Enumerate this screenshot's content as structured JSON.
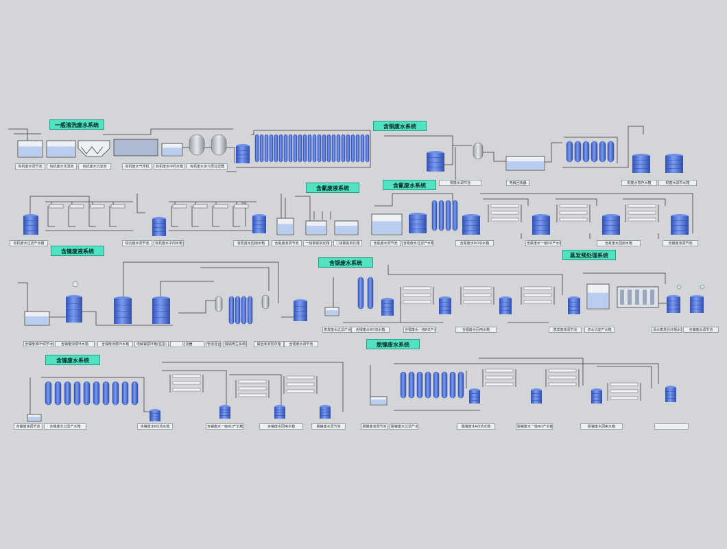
{
  "systems": [
    {
      "title": "一般清洗废水系统"
    },
    {
      "title": "含铜废水系统"
    },
    {
      "title": "含氰废液系统"
    },
    {
      "title": "含氰废水系统"
    },
    {
      "title": "含镍废液系统"
    },
    {
      "title": "含银废水系统"
    },
    {
      "title": "蒸发预处理系统"
    },
    {
      "title": "含镍废水系统"
    },
    {
      "title": "脱镍废水系统"
    }
  ],
  "labels": [
    "有机废水调节池",
    "有机废水化混池",
    "有机废水沉淀池",
    "有机废水气浮机",
    "有机废水中间水箱",
    "有机废水多介质过滤器",
    "铜废水调节池",
    "电解回收器",
    "铜废水暂存水箱",
    "铜废水调节水箱",
    "有机废水过滤产水箱",
    "综合废水调节池",
    "有机废水中间水箱",
    "有机废水回用水箱",
    "含氰废液调节池",
    "一级破氰氧化箱",
    "二级破氰氧化箱",
    "含氰废水调节池",
    "含氰废水过滤产水箱",
    "含氰废水RO浓水箱",
    "含氰废水一级RO产水箱",
    "含氰废水回用水箱",
    "含镍废液调节池",
    "含镍废液PH调节水箱",
    "含镍废液循环水箱",
    "含镍废液循环水箱",
    "电解镍循环箱(蓝盒)",
    "过滤器",
    "管道混合器",
    "酸碱再生系统(蓝盒)",
    "镍回收液暂存箱",
    "含银废水调节池",
    "蒸发废水过滤产水箱",
    "含银废水RO浓水箱",
    "含银废水一级RO产水箱",
    "含银废水回用水箱",
    "蒸发废液调节池",
    "浓水沉淀产水箱",
    "清水蒸发后冷凝水箱",
    "含镍废水调节池",
    "含镍废液调节池",
    "含镍废水过滤产水箱",
    "含镍废水RO浓水箱",
    "含镍废水一级RO产水箱",
    "含镍废水回用水箱",
    "脱镍废水调节池",
    "脱镍废液调节池",
    "脱镍废水过滤产水箱",
    "脱镍废水RO浓水箱",
    "脱镍废水一级RO产水箱",
    "脱镍废水回用水箱"
  ],
  "colors": {
    "background": "#d4d5d9",
    "title_bg": "#4fe3c2",
    "vessel": "#3f6fd8",
    "pipe": "#3a3a3a"
  }
}
